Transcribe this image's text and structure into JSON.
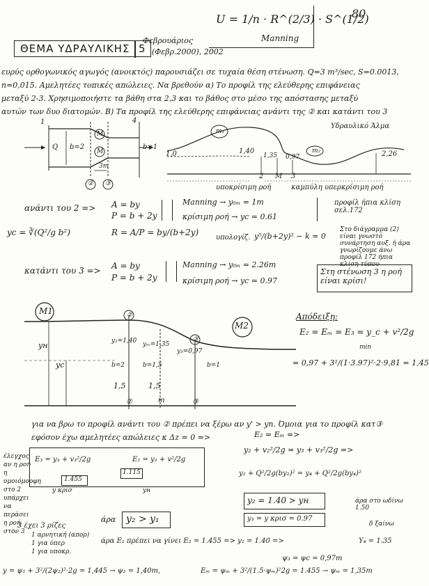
{
  "header": {
    "page_number": "80",
    "title": "ΘΕΜΑ ΥΔΡΑΥΛΙΚΗΣ",
    "title_number": "5",
    "date_note_1": "Φεβρουάριος",
    "date_note_2": "(Φεβρ.2000), 2002",
    "manning_formula": "U = 1/n · R^(2/3) · S^(1/2)",
    "manning_label": "Manning"
  },
  "problem": {
    "line1": "ευρύς ορθογωνικός αγωγός (ανοικτός) παρουσιάζει σε τυχαία θέση στένωση. Q=3 m³/sec, S=0.0013,",
    "line2": "n=0,015. Αμελητέες τοπικές απώλειες. Να βρεθούν α) Το προφίλ της ελεύθερης επιφάνειας",
    "line3": "μεταξύ 2-3. Χρησιμοποιήστε τα βάθη στα 2,3 και το βάθος στο μέσο της απόστασης μεταξύ",
    "line4": "αυτών των δυο διατομών. Β) Τα προφίλ της ελεύθερης επιφάνειας ανάντι της ② και κατάντι του 3"
  },
  "plan_sketch": {
    "label_1": "1",
    "label_4": "4",
    "label_Q": "Q",
    "label_b": "b",
    "label_b2": "b=2",
    "label_M": "M",
    "label_3m": "3m",
    "label_b1": "b=1",
    "label_c2": "②",
    "label_c3": "③"
  },
  "profile_sketch": {
    "label_m1": "m₁",
    "label_m2": "m₂",
    "label_hydraulic": "Υδραυλικό Άλμα",
    "val_10": "1,0",
    "val_140": "1,40",
    "val_135": "1,35",
    "val_097": "0,97",
    "val_226": "2,26",
    "label_2": "2",
    "label_M": "M",
    "label_3": "3",
    "subcritical": "υποκρίσιμη ροή",
    "supercritical": "καμπύλη υπερκρίσιμη ροή"
  },
  "upstream": {
    "label": "ανάντι του 2 =>",
    "eq_A": "A = by",
    "eq_P": "P = b + 2y",
    "manning": "Manning → y₀ₘ = 1m",
    "critical": "κρίσιμη ροή → yc = 0.61",
    "note": "προφίλ ήπια κλίση σελ.172",
    "yc_formula": "yc = ∛(Q²/g b²)",
    "R_formula": "R = A/P = by/(b+2y)",
    "iter_label": "υπολογίζ.",
    "iter_formula": "y⁵/(b+2y)² − k = 0",
    "side_note": "Στο διάγραμμα (2) είναι γνωστό συνάρτηση αυξ. ή άρα γνωρίζουμε άνω προφίλ 172 ήπια κλίση τύπου"
  },
  "downstream": {
    "label": "κατάντι του 3 =>",
    "eq_A": "A = by",
    "eq_P": "P = b + 2y",
    "manning": "Manning → y₀ₘ = 2.26m",
    "critical": "κρίσιμη ροή → yc = 0.97",
    "boxed": "Στη στένωση 3 η ροή είναι κρίσι!",
    "proof_label": "Απόδειξη:",
    "energy": "E₂ = Eₘ = E₃ = y_c + v²/2g",
    "min_label": "min",
    "result": "= 0,97 + 3²/(1·3.97)²·2·9,81 = 1,45"
  },
  "profile_detail": {
    "label_M1": "M1",
    "label_M2": "M2",
    "c2": "②",
    "c3": "③",
    "yn": "yн",
    "yc": "yc",
    "y140": "y₂=1,40",
    "b2": "b=2",
    "y135": "yₘ=1,35",
    "b15": "b=1,5",
    "y097": "y₃=0,97",
    "b1": "b=1",
    "dist1": "1,5",
    "dist2": "1,5",
    "label_m": "m",
    "bot2": "②",
    "bot3": "③"
  },
  "bottom": {
    "bullet1": "για να βρω το προφίλ ανάντι του ② πρέπει να ξέρω αν y' > yn. Όμοια για το προφίλ κατ③",
    "bullet2": "εφόσον έχω αμελητέες απώλειες κ Δz = 0 =>",
    "rhs1": "E₂ = Eₘ =>",
    "rhs2": "y₂ + v₂²/2g = y₃ + v₃²/2g =>",
    "rhs3": "y₂ + Q²/2g(by₂)² = y₄ + Q²/2g(by₄)²",
    "left_note": "έλεγχος αν η ροή η ομοιόμορφη στο 2 υπάρχει να περάσει η ροή στον 3",
    "box_E3": "E₃ = y₃ + v₃²/2g",
    "box_E2": "E₂ = y₂ + v²/2g",
    "val_1455": "1.455",
    "val_1115": "1.115",
    "ymin_label": "y κρισ",
    "yn_label": "yн",
    "ara": "άρα",
    "y2_gt_yn": "y₂ > y₁",
    "box_y2": "y₂ = 1.40 > yн",
    "box_y3": "y₃ = y κρισ = 0.97",
    "note_ara": "άρα στο ωδίνω 1.50",
    "note_ara2": "δ ξαίνω",
    "check_title": "3 έχει 3 ρίζες",
    "check_1": "1 αρνητική (απορ)",
    "check_2": "1 για ύπερ",
    "check_3": "1 για υποκρ.",
    "ara_line": "άρα  E₂ πρέπει να γίνει  E₂ = 1.455 => y₂ = 1.40 =>",
    "y4": "Y₄ = 1.35",
    "final_left": "y = ψ₂ + 3²/(2ψ₂)²·2g = 1,445 → ψ₂ = 1,40m,",
    "final_mid": "Eₘ = ψₘ + 3²/(1.5·ψₘ)²2g = 1.455 → ψₘ = 1,35m",
    "psi3": "ψ₃ = ψc = 0,97m"
  }
}
